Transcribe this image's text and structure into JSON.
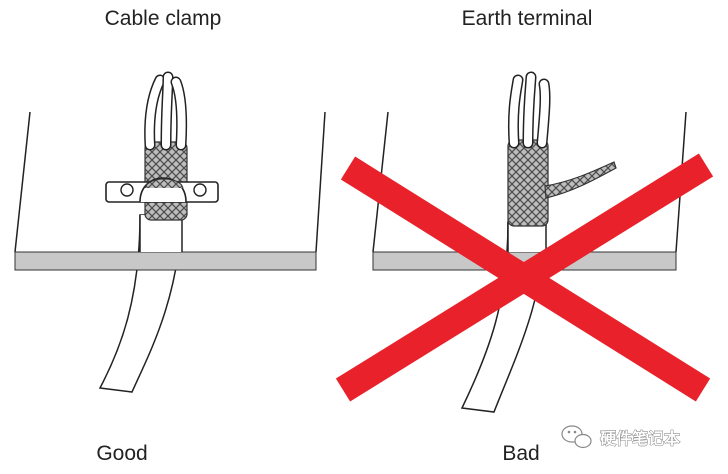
{
  "left_panel": {
    "title": "Cable clamp",
    "verdict": "Good"
  },
  "right_panel": {
    "title": "Earth terminal",
    "verdict": "Bad"
  },
  "watermark": {
    "text": "硬件笔记本",
    "icon": "wechat-icon"
  },
  "colors": {
    "reject_cross": "#e8212a",
    "panel_plate": "#c8c8c8",
    "braid": "#9a9a9a"
  }
}
